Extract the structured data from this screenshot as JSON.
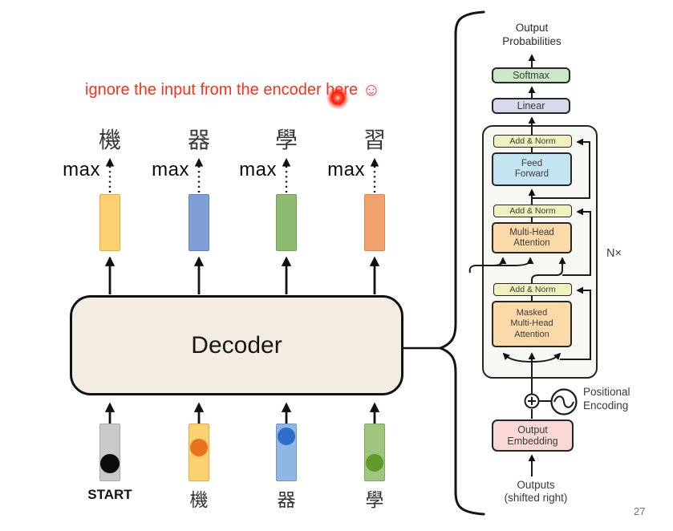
{
  "annotation": {
    "text": "ignore the input from the encoder here ",
    "smiley": "☺",
    "color": "#FB301B"
  },
  "page_number": "27",
  "decoder_diagram": {
    "decoder_label": "Decoder",
    "max_label": "max",
    "box_fill": "#F4EDE3",
    "columns": [
      {
        "output_char": "機",
        "output_bar_color": "#FBD171",
        "input_bar_color": "#C9C9C9",
        "input_dot_color": "#0B0B0B",
        "input_label": "START"
      },
      {
        "output_char": "器",
        "output_bar_color": "#7F9FD6",
        "input_bar_color": "#FBD171",
        "input_dot_color": "#E8731C",
        "input_label": "機"
      },
      {
        "output_char": "學",
        "output_bar_color": "#8DBB72",
        "input_bar_color": "#8FB7E4",
        "input_dot_color": "#2E6EC8",
        "input_label": "器"
      },
      {
        "output_char": "習",
        "output_bar_color": "#F2A26D",
        "input_bar_color": "#9EC47D",
        "input_dot_color": "#5F9A2A",
        "input_label": "學"
      }
    ]
  },
  "transformer_diagram": {
    "output_probabilities": {
      "line1": "Output",
      "line2": "Probabilities"
    },
    "softmax": {
      "label": "Softmax",
      "color": "#CDE7CB"
    },
    "linear": {
      "label": "Linear",
      "color": "#D8DAEC"
    },
    "add_norm_1": {
      "label": "Add & Norm",
      "color": "#F0F1BE"
    },
    "feed_forward": {
      "line1": "Feed",
      "line2": "Forward",
      "color": "#C3E5F2"
    },
    "add_norm_2": {
      "label": "Add & Norm",
      "color": "#F0F1BE"
    },
    "multi_head_attention": {
      "line1": "Multi-Head",
      "line2": "Attention",
      "color": "#FBD9A8"
    },
    "add_norm_3": {
      "label": "Add & Norm",
      "color": "#F0F1BE"
    },
    "masked_multi_head_attention": {
      "line1": "Masked",
      "line2": "Multi-Head",
      "line3": "Attention",
      "color": "#FBD9A8"
    },
    "n_times": "N×",
    "positional_encoding": {
      "line1": "Positional",
      "line2": "Encoding"
    },
    "output_embedding": {
      "line1": "Output",
      "line2": "Embedding",
      "color": "#F9D8D7"
    },
    "outputs": {
      "line1": "Outputs",
      "line2": "(shifted right)"
    }
  }
}
